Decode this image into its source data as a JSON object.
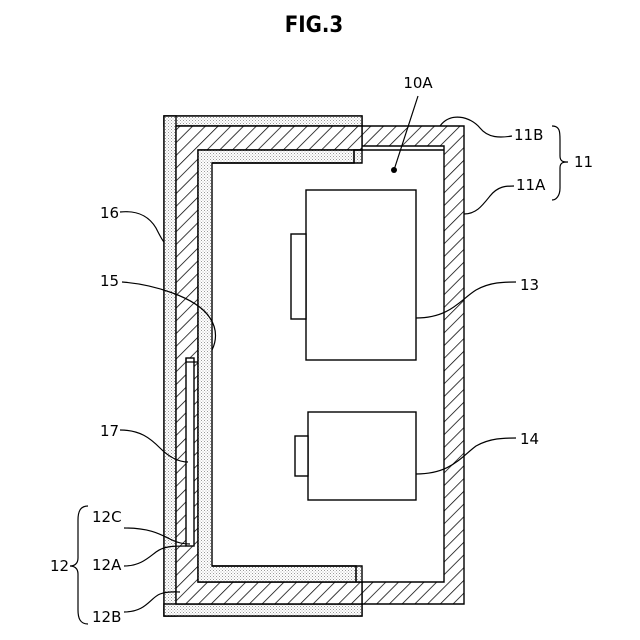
{
  "figure": {
    "title": "FIG.3"
  },
  "labels": {
    "l10A": "10A",
    "l11B": "11B",
    "l11": "11",
    "l11A": "11A",
    "l16": "16",
    "l15": "15",
    "l13": "13",
    "l17": "17",
    "l14": "14",
    "l12C": "12C",
    "l12": "12",
    "l12A": "12A",
    "l12B": "12B"
  }
}
